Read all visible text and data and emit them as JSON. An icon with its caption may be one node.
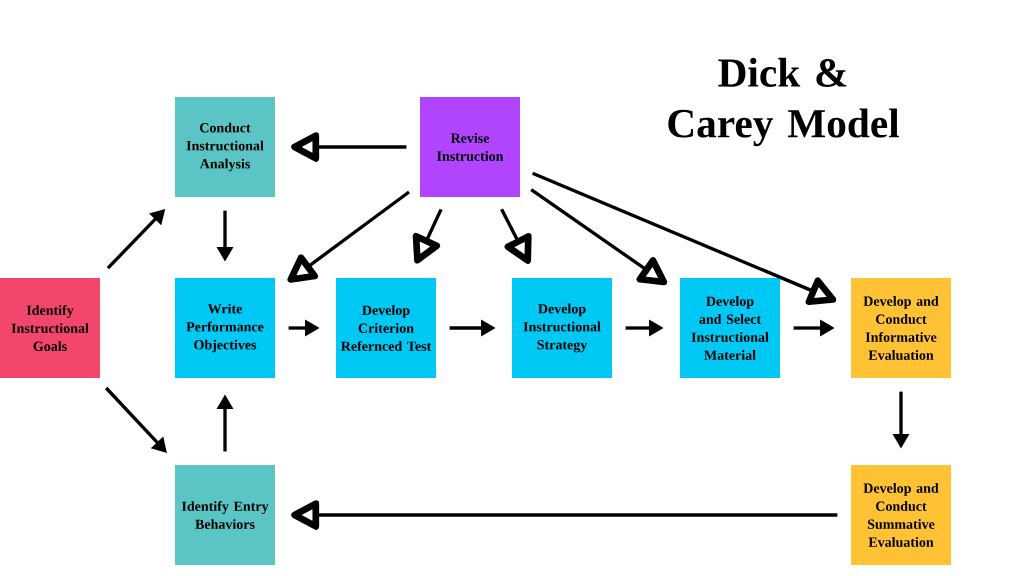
{
  "diagram": {
    "title": "Dick & Carey Model",
    "nodes": [
      {
        "text": [
          "Identify Instructional Goals"
        ]
      },
      {
        "text": [
          "Conduct Instructional Analysis"
        ]
      },
      {
        "text": [
          "Revise Instruction"
        ]
      },
      {
        "text": [
          "Write Performance Objectives"
        ]
      },
      {
        "text": [
          "Develop Criterion Refernced Test"
        ]
      },
      {
        "text": [
          "Develop Instructional Strategy"
        ]
      },
      {
        "text": [
          "Develop and Select Instructional Material"
        ]
      },
      {
        "text": [
          "Develop and Conduct Informative Evaluation"
        ]
      },
      {
        "text": [
          "Identify Entry Behaviors"
        ]
      },
      {
        "text": [
          "Develop and Conduct Summative Evaluation"
        ]
      }
    ],
    "edges": [
      {
        "from": 0,
        "to": 1,
        "arrow": "to"
      },
      {
        "from": 0,
        "to": 8,
        "arrow": "to"
      },
      {
        "from": 1,
        "to": 3,
        "arrow": "to"
      },
      {
        "from": 8,
        "to": 3,
        "arrow": "to"
      },
      {
        "from": 3,
        "to": 4,
        "arrow": "to"
      },
      {
        "from": 4,
        "to": 5,
        "arrow": "to"
      },
      {
        "from": 5,
        "to": 6,
        "arrow": "to"
      },
      {
        "from": 6,
        "to": 7,
        "arrow": "to"
      },
      {
        "from": 7,
        "to": 9,
        "arrow": "to"
      },
      {
        "from": 9,
        "to": 8,
        "arrow": "to"
      },
      {
        "from": 2,
        "to": 1,
        "arrow": "to"
      },
      {
        "from": 2,
        "to": 3,
        "arrow": "to"
      },
      {
        "from": 2,
        "to": 4,
        "arrow": "to"
      },
      {
        "from": 2,
        "to": 5,
        "arrow": "to"
      },
      {
        "from": 2,
        "to": 6,
        "arrow": "to"
      },
      {
        "from": 2,
        "to": 7,
        "arrow": "to"
      }
    ]
  }
}
